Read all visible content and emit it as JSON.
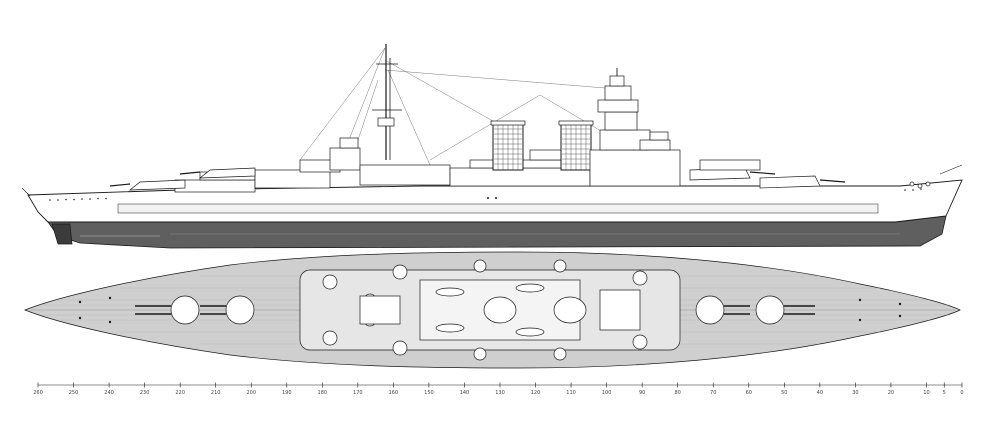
{
  "drawing": {
    "line_color": "#1a1a1a",
    "hull_below_waterline_color": "#5f5f5f",
    "deck_planking_color": "#cfcfcf",
    "upper_hull_color": "#ffffff"
  },
  "scale_bar": {
    "labels": [
      "260",
      "250",
      "240",
      "230",
      "220",
      "210",
      "200",
      "190",
      "180",
      "170",
      "160",
      "150",
      "140",
      "130",
      "120",
      "110",
      "100",
      "90",
      "80",
      "70",
      "60",
      "50",
      "40",
      "30",
      "20",
      "10",
      "5",
      "0"
    ]
  }
}
